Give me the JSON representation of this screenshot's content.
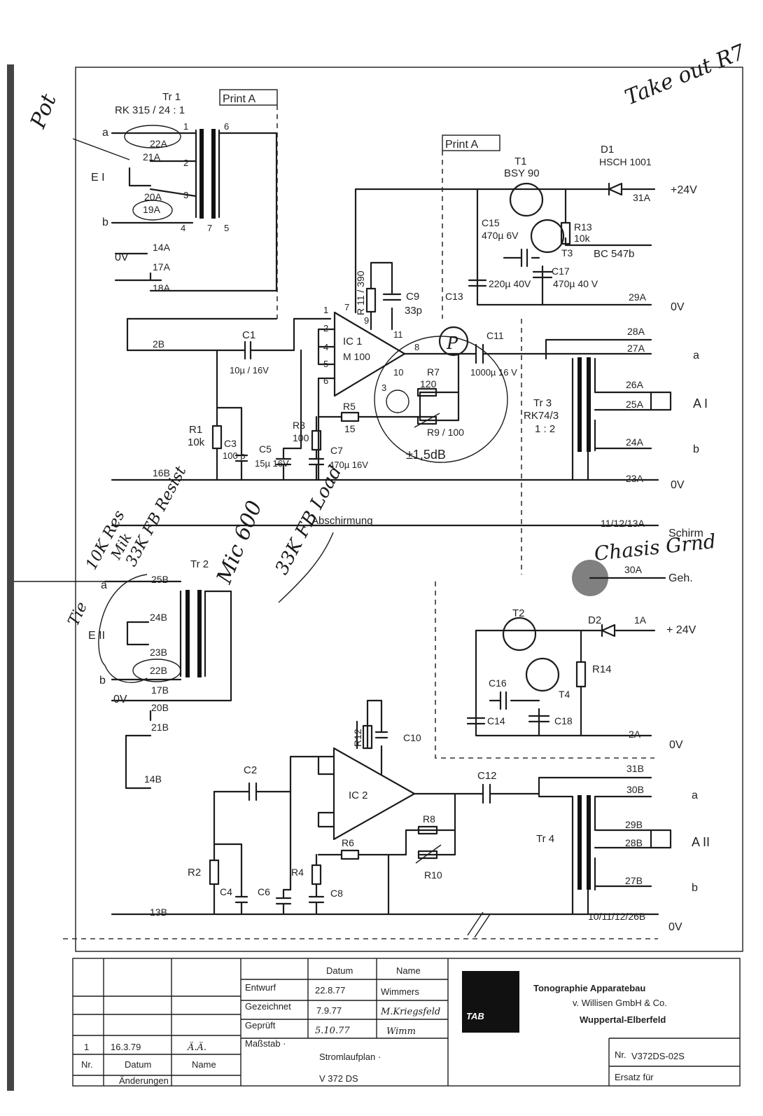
{
  "handwritten": {
    "top_right": "Take out R7",
    "left_top": "Pot",
    "chassis": "Chasis Grnd",
    "left_mid_1": "10K Res",
    "left_mid_2": "Mik",
    "left_mid_3": "33K FB Resist",
    "mic": "Mic 600",
    "mic_2": "33K FB Load",
    "tie": "Tie",
    "pot_mark": "P"
  },
  "print_labels": {
    "top_left": "Print A",
    "top_mid": "Print A"
  },
  "section1": {
    "tr1_name": "Tr 1",
    "tr1_type": "RK 315 / 24 : 1",
    "tr1_pins": [
      "1",
      "6",
      "2",
      "3",
      "4",
      "7",
      "5"
    ],
    "input_name": "E I",
    "a": "a",
    "b": "b",
    "zero": "0V",
    "pins": [
      "22A",
      "21A",
      "20A",
      "19A",
      "14A",
      "17A",
      "18A",
      "2B",
      "16B"
    ],
    "c1": "C1",
    "c1_val": "10µ / 16V",
    "ic1": "IC 1",
    "ic1_type": "M 100",
    "ic1_pins": [
      "1",
      "7",
      "2",
      "4",
      "5",
      "6",
      "9",
      "11",
      "8",
      "10",
      "3"
    ],
    "r11": "R 11 / 390",
    "c9": "C9",
    "c9_val": "33p",
    "r1": "R1",
    "r1_val": "10k",
    "c3": "C3",
    "c3_val": "100 p",
    "c5": "C5",
    "c5_val": "15µ 16V",
    "r3": "R3",
    "r3_val": "100",
    "c7": "C7",
    "c7_val": "470µ 16V",
    "r5": "R5",
    "r5_val": "15",
    "r7": "R7",
    "r7_val": "120",
    "r9": "R9 / 100",
    "gain": "±1,5dB",
    "c11": "C11",
    "c11_val": "1000µ 16 V",
    "tr3": "Tr 3",
    "tr3_type": "RK74/3",
    "tr3_ratio": "1 : 2",
    "t1": "T1",
    "t1_type": "BSY 90",
    "d1": "D1",
    "d1_type": "HSCH 1001",
    "c15": "C15",
    "c15_val": "470µ 6V",
    "r13": "R13",
    "r13_val": "10k",
    "t3": "T3",
    "t3_type": "BC 547b",
    "c13": "C13",
    "c13_val": "220µ 40V",
    "c17": "C17",
    "c17_val": "470µ 40 V",
    "out_pins": [
      "31A",
      "29A",
      "28A",
      "27A",
      "26A",
      "25A",
      "24A",
      "23A"
    ],
    "plus24": "+24V",
    "out_name": "A I"
  },
  "shield": {
    "label": "Abschirmung",
    "pins": "11/12/13A",
    "schirm": "Schirm",
    "geh_pin": "30A",
    "geh": "Geh."
  },
  "section2": {
    "tr2": "Tr 2",
    "input_name": "E II",
    "a": "a",
    "b": "b",
    "zero": "0V",
    "pins": [
      "25B",
      "24B",
      "23B",
      "22B",
      "17B",
      "20B",
      "21B",
      "14B",
      "13B"
    ],
    "c2": "C2",
    "ic2": "IC 2",
    "r12": "R12",
    "c10": "C10",
    "r2": "R2",
    "c4": "C4",
    "c6": "C6",
    "r4": "R4",
    "c8": "C8",
    "r6": "R6",
    "r8": "R8",
    "r10": "R10",
    "c12": "C12",
    "tr4": "Tr 4",
    "t2": "T2",
    "d2": "D2",
    "c16": "C16",
    "r14": "R14",
    "t4": "T4",
    "c14": "C14",
    "c18": "C18",
    "out_pins": [
      "1A",
      "2A",
      "31B",
      "30B",
      "29B",
      "28B",
      "27B",
      "10/11/12/26B"
    ],
    "plus24": "+ 24V",
    "out_name": "A II"
  },
  "title_block": {
    "datum": "Datum",
    "name": "Name",
    "rows": [
      {
        "label": "Entwurf",
        "date": "22.8.77",
        "name": "Wimmers"
      },
      {
        "label": "Gezeichnet",
        "date": "7.9.77",
        "name": "M.Kriegsfeld"
      },
      {
        "label": "Geprüft",
        "date": "5.10.77",
        "name": "Wimm"
      }
    ],
    "massstab": "Maßstab ·",
    "revision": {
      "nr": "1",
      "date": "16.3.79",
      "name": "Ä.Ä."
    },
    "col_nr": "Nr.",
    "col_datum": "Datum",
    "col_name": "Name",
    "aenderungen": "Änderungen",
    "logo": "TAB",
    "company": "Tonographie Apparatebau",
    "company2": "v. Willisen GmbH & Co.",
    "company3": "Wuppertal-Elberfeld",
    "title": "Stromlaufplan ·",
    "title2": "V 372 DS",
    "nr_label": "Nr.",
    "nr_value": "V372DS-02S",
    "ersatz": "Ersatz für"
  }
}
